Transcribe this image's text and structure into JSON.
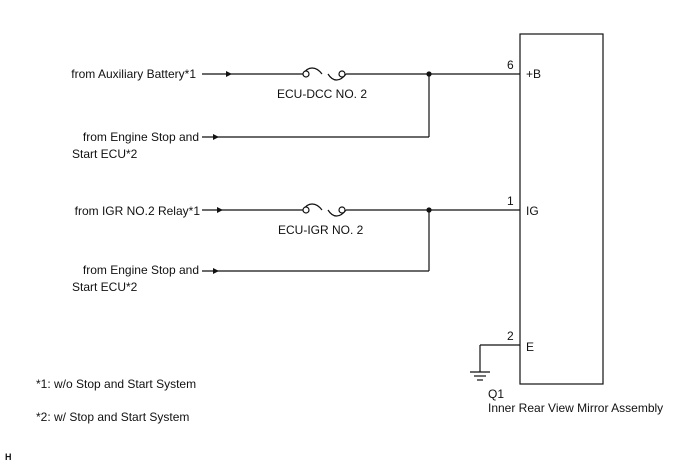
{
  "sources": {
    "aux_battery": "from Auxiliary Battery*1",
    "engine_stop_1_line1": "from Engine Stop and",
    "engine_stop_1_line2": "Start ECU*2",
    "igr_relay": "from IGR NO.2 Relay*1",
    "engine_stop_2_line1": "from Engine Stop and",
    "engine_stop_2_line2": "Start ECU*2"
  },
  "fuses": {
    "dcc": "ECU-DCC NO. 2",
    "igr": "ECU-IGR NO. 2"
  },
  "pins": [
    {
      "number": "6",
      "name": "+B"
    },
    {
      "number": "1",
      "name": "IG"
    },
    {
      "number": "2",
      "name": "E"
    }
  ],
  "component": {
    "code": "Q1",
    "name": "Inner Rear View Mirror Assembly"
  },
  "notes": {
    "note1": "*1: w/o Stop and Start System",
    "note2": "*2: w/ Stop and Start System"
  },
  "corner_mark": "H"
}
